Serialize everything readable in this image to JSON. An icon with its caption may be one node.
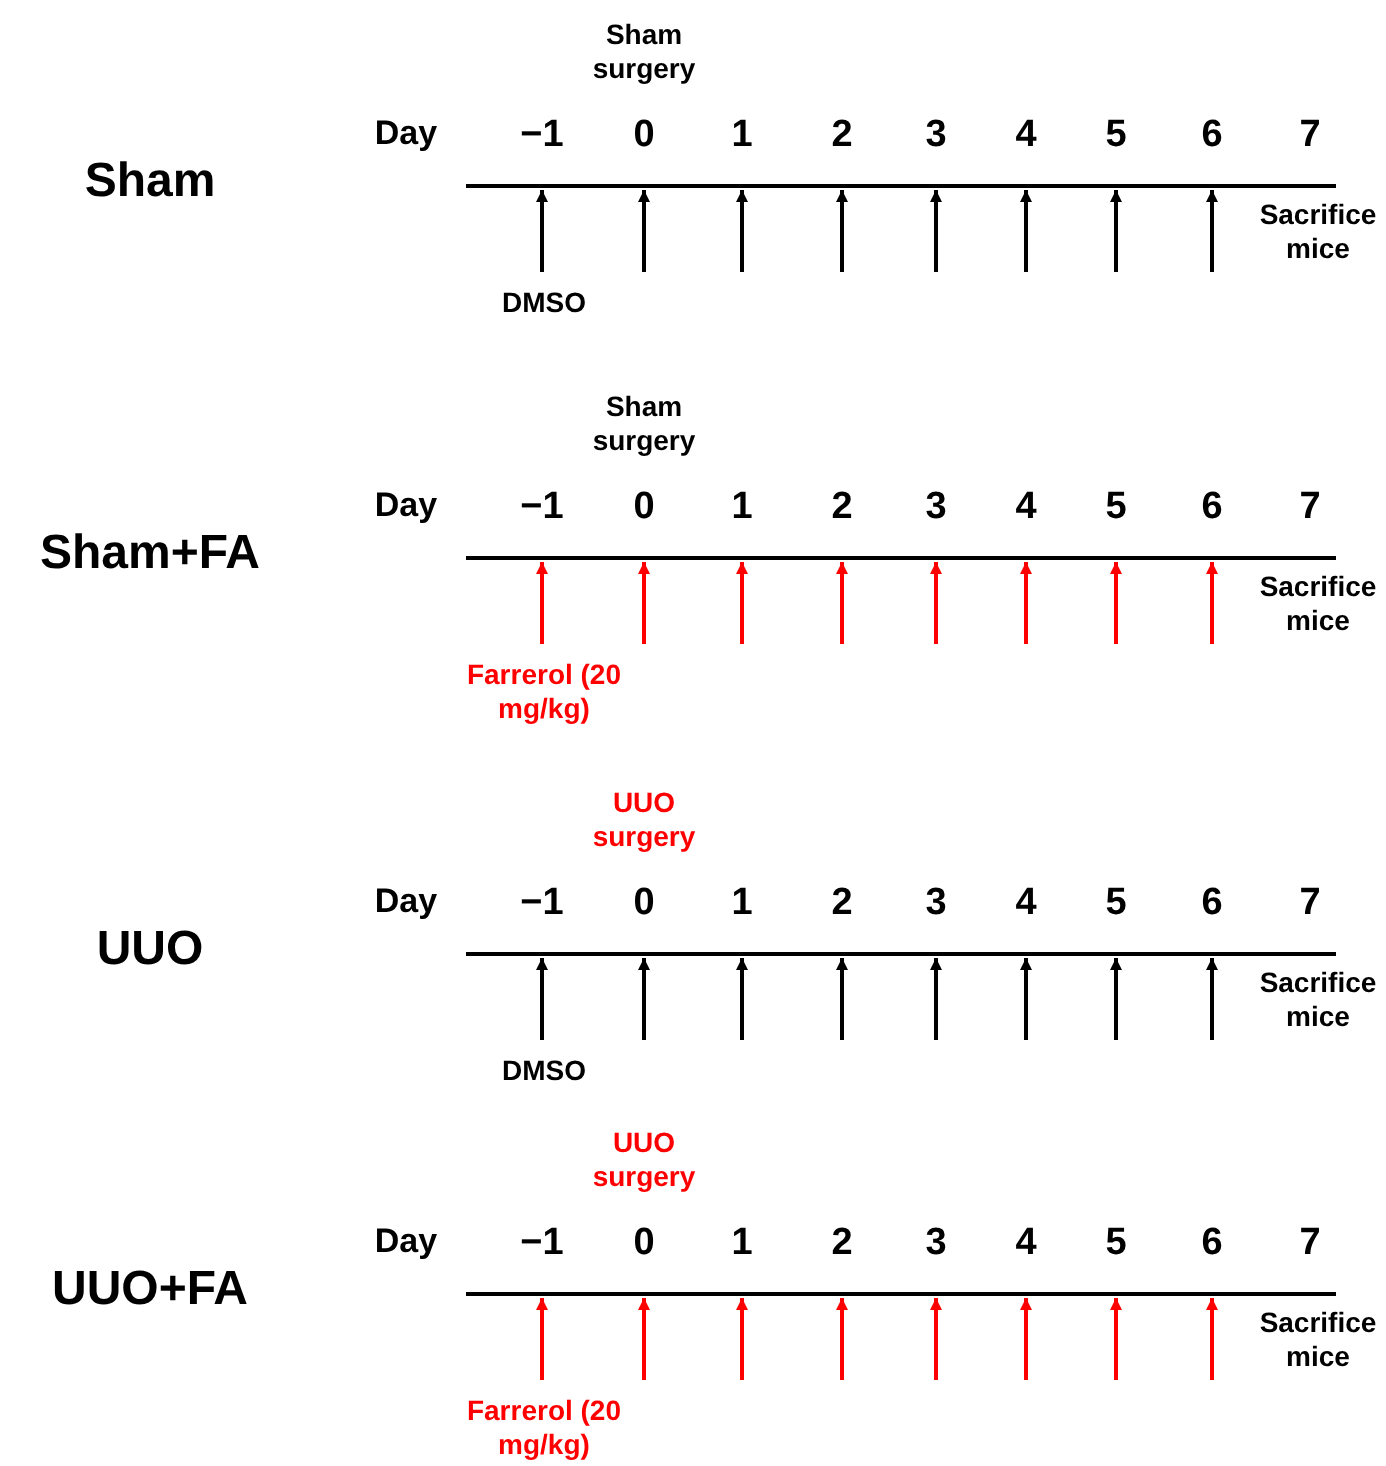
{
  "diagram": {
    "nodes": [
      {
        "text": [],
        "shape": "bar"
      },
      {
        "text": [],
        "shape": "bar"
      },
      {
        "text": [],
        "shape": "bar"
      },
      {
        "text": [],
        "shape": "bar"
      }
    ],
    "edges": [
      {
        "from": null,
        "to": 0,
        "arrow": "to"
      },
      {
        "from": null,
        "to": 0,
        "arrow": "to"
      },
      {
        "from": null,
        "to": 0,
        "arrow": "to"
      },
      {
        "from": null,
        "to": 0,
        "arrow": "to"
      },
      {
        "from": null,
        "to": 0,
        "arrow": "to"
      },
      {
        "from": null,
        "to": 0,
        "arrow": "to"
      },
      {
        "from": null,
        "to": 0,
        "arrow": "to"
      },
      {
        "from": null,
        "to": 0,
        "arrow": "to"
      },
      {
        "from": null,
        "to": 1,
        "arrow": "to",
        "color": "#ff0000"
      },
      {
        "from": null,
        "to": 1,
        "arrow": "to",
        "color": "#ff0000"
      },
      {
        "from": null,
        "to": 1,
        "arrow": "to",
        "color": "#ff0000"
      },
      {
        "from": null,
        "to": 1,
        "arrow": "to",
        "color": "#ff0000"
      },
      {
        "from": null,
        "to": 1,
        "arrow": "to",
        "color": "#ff0000"
      },
      {
        "from": null,
        "to": 1,
        "arrow": "to",
        "color": "#ff0000"
      },
      {
        "from": null,
        "to": 1,
        "arrow": "to",
        "color": "#ff0000"
      },
      {
        "from": null,
        "to": 1,
        "arrow": "to",
        "color": "#ff0000"
      },
      {
        "from": null,
        "to": 2,
        "arrow": "to"
      },
      {
        "from": null,
        "to": 2,
        "arrow": "to"
      },
      {
        "from": null,
        "to": 2,
        "arrow": "to"
      },
      {
        "from": null,
        "to": 2,
        "arrow": "to"
      },
      {
        "from": null,
        "to": 2,
        "arrow": "to"
      },
      {
        "from": null,
        "to": 2,
        "arrow": "to"
      },
      {
        "from": null,
        "to": 2,
        "arrow": "to"
      },
      {
        "from": null,
        "to": 2,
        "arrow": "to"
      },
      {
        "from": null,
        "to": 3,
        "arrow": "to",
        "color": "#ff0000"
      },
      {
        "from": null,
        "to": 3,
        "arrow": "to",
        "color": "#ff0000"
      },
      {
        "from": null,
        "to": 3,
        "arrow": "to",
        "color": "#ff0000"
      },
      {
        "from": null,
        "to": 3,
        "arrow": "to",
        "color": "#ff0000"
      },
      {
        "from": null,
        "to": 3,
        "arrow": "to",
        "color": "#ff0000"
      },
      {
        "from": null,
        "to": 3,
        "arrow": "to",
        "color": "#ff0000"
      },
      {
        "from": null,
        "to": 3,
        "arrow": "to",
        "color": "#ff0000"
      },
      {
        "from": null,
        "to": 3,
        "arrow": "to",
        "color": "#ff0000"
      }
    ],
    "labels": [
      "Sham surgery",
      "Day",
      "−1",
      "0",
      "1",
      "2",
      "3",
      "4",
      "5",
      "6",
      "7",
      "Sham",
      "Sacrifice mice",
      "DMSO",
      "Sham surgery",
      "Day",
      "−1",
      "0",
      "1",
      "2",
      "3",
      "4",
      "5",
      "6",
      "7",
      "Sham+FA",
      "Sacrifice mice",
      "Farrerol (20 mg/kg)",
      "UUO surgery",
      "Day",
      "−1",
      "0",
      "1",
      "2",
      "3",
      "4",
      "5",
      "6",
      "7",
      "UUO",
      "Sacrifice mice",
      "DMSO",
      "UUO surgery",
      "Day",
      "−1",
      "0",
      "1",
      "2",
      "3",
      "4",
      "5",
      "6",
      "7",
      "UUO+FA",
      "Sacrifice mice",
      "Farrerol (20 mg/kg)"
    ]
  }
}
